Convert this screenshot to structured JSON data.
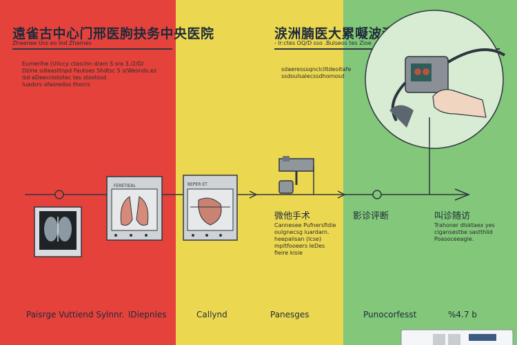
{
  "left": {
    "title": "遠雀古中心门邢医朐抉务中央医院",
    "subtitle": "Zhaenee Uss eo Ind Zharnes",
    "notes": [
      "Eumerlhe (Uliccy ctaschn d/am S sra 3./2/D/",
      "Dzlne sdleasttnpd Fautoes Shdtsc 5 s(Wesnds.ez",
      "lsd eDeecnistotec tes stostosd",
      "Iuadsrs ofaoredos thocrs"
    ]
  },
  "right": {
    "title": "涙洲腩医大累㘈波满朐手五术医院",
    "subtitle": "- lr:ctes OQ/D sso .Bulseos tes Zioe",
    "notes": [
      "sdaeresssqnclclltdeoitafe",
      "ssdoulsalecssdhomosd"
    ]
  },
  "stages": [
    {
      "label": "微他手术",
      "desc": [
        "Cannesee Pufnersfidie",
        "oulgnecsg iuardarn.",
        "heepalisan (lcse)",
        "mpltfooeers IeDes",
        "fieire kisie"
      ]
    },
    {
      "label": "影诊评断"
    },
    {
      "label": "叫诊随访",
      "desc": [
        "Trahoner dlsktaex yes",
        "cigansestbe sastthlid",
        "Poasoceeagie."
      ]
    }
  ],
  "card_labels": [
    "FERETIEAL",
    "BEPER ET"
  ],
  "bottom": [
    "Paisrge Vuttiend Sylnnr.",
    "lDiepnles",
    "Callynd",
    "Panesges",
    "Punocorfesst",
    "%4.7 b"
  ],
  "colors": {
    "red": "#e5423c",
    "yellow": "#ecd850",
    "green": "#82c77a",
    "ink": "#1d2a3a"
  },
  "icons": [
    "lung-scan-icon",
    "lung-monitor-icon",
    "heart-monitor-icon",
    "surgical-robot-icon",
    "endoscope-icon",
    "hand-icon",
    "id-card-icon"
  ]
}
